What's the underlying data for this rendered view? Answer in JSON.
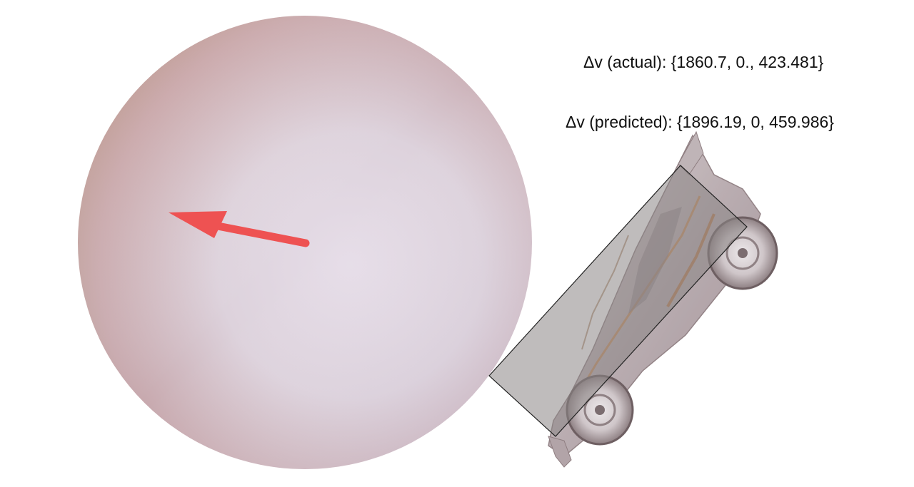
{
  "annotations": {
    "actual": "Δv (actual): {1860.7, 0., 423.481}",
    "predicted": "Δv (predicted): {1896.19, 0, 459.986}"
  },
  "colors": {
    "background": "#ffffff",
    "arrow": "#ee5252",
    "hitbox": "#8a8585",
    "text": "#111111"
  },
  "objects": {
    "ball": "ball",
    "arrow": "velocity-arrow",
    "car": "car-model",
    "hitbox": "car-hitbox"
  }
}
